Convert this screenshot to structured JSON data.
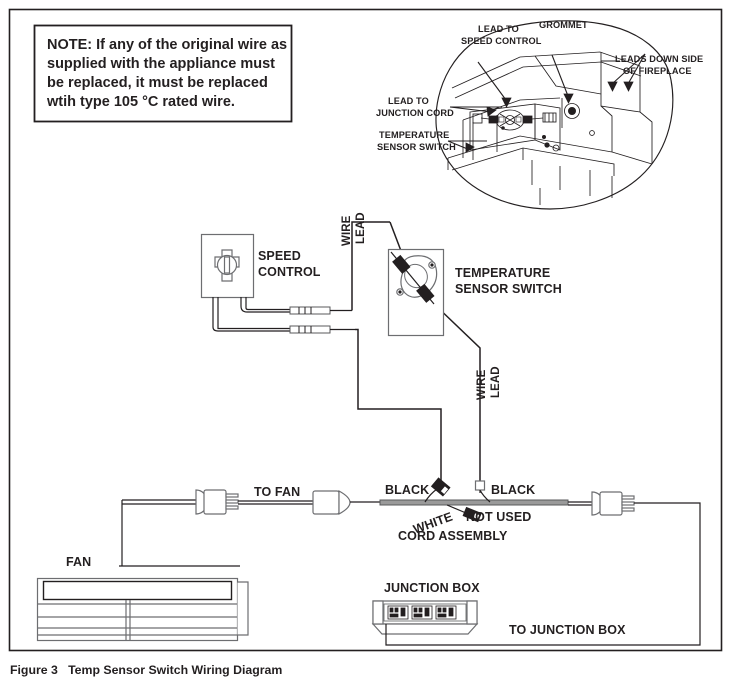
{
  "figure": {
    "number": "Figure 3",
    "caption": "Temp Sensor Switch Wiring Diagram",
    "caption_full": "Figure 3   Temp Sensor Switch Wiring Diagram"
  },
  "note_box": {
    "lines": [
      "NOTE: If any of the original wire as",
      "supplied with the appliance must",
      "be replaced, it must be replaced",
      "wtih type 105 °C rated wire."
    ]
  },
  "detail_illustration": {
    "callouts": [
      {
        "id": "lead-to-speed-control",
        "lines": [
          "LEAD TO",
          "SPEED CONTROL"
        ]
      },
      {
        "id": "grommet",
        "lines": [
          "GROMMET"
        ]
      },
      {
        "id": "leads-down-side-of-fireplace",
        "lines": [
          "LEADS DOWN SIDE",
          "OF FIREPLACE"
        ]
      },
      {
        "id": "lead-to-junction-cord",
        "lines": [
          "LEAD TO",
          "JUNCTION CORD"
        ]
      },
      {
        "id": "temperature-sensor-switch",
        "lines": [
          "TEMPERATURE",
          "SENSOR SWITCH"
        ]
      }
    ]
  },
  "components": {
    "speed_control": {
      "lines": [
        "SPEED",
        "CONTROL"
      ]
    },
    "temperature_sensor_switch": {
      "lines": [
        "TEMPERATURE",
        "SENSOR SWITCH"
      ]
    },
    "fan": {
      "label": "FAN"
    },
    "junction_box": {
      "label": "JUNCTION BOX"
    }
  },
  "wire_labels": {
    "wire_lead_upper": {
      "line1": "WIRE",
      "line2": "LEAD"
    },
    "wire_lead_lower": {
      "line1": "WIRE",
      "line2": "LEAD"
    },
    "to_fan": "TO FAN",
    "black_left": "BLACK",
    "black_right": "BLACK",
    "white": "WHITE",
    "not_used": "NOT USED",
    "cord_assembly": "CORD ASSEMBLY",
    "to_junction_box": "TO JUNCTION BOX"
  },
  "colors": {
    "ink": "#231f20",
    "gray_outline": "#6d6e71",
    "cord_fill": "#9a9a9a",
    "page_bg": "#ffffff"
  }
}
